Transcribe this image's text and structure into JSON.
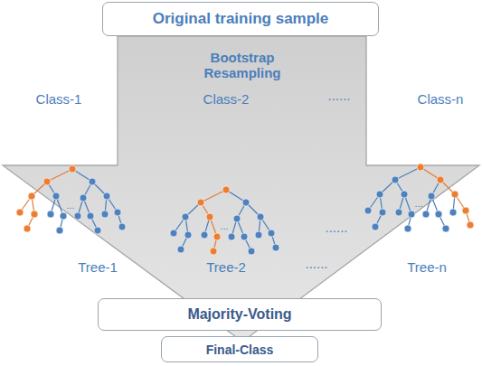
{
  "diagram": {
    "nodes": [
      {
        "text": [
          "Original training sample"
        ]
      },
      {
        "text": [
          "Majority-Voting"
        ]
      },
      {
        "text": [
          "Final-Class"
        ]
      }
    ],
    "labels": [
      "Bootstrap Resampling",
      "Class-1",
      "Class-2",
      "......",
      "Class-n",
      "...",
      "...",
      "......",
      "...",
      "Tree-1",
      "Tree-2",
      "......",
      "Tree-n"
    ]
  }
}
